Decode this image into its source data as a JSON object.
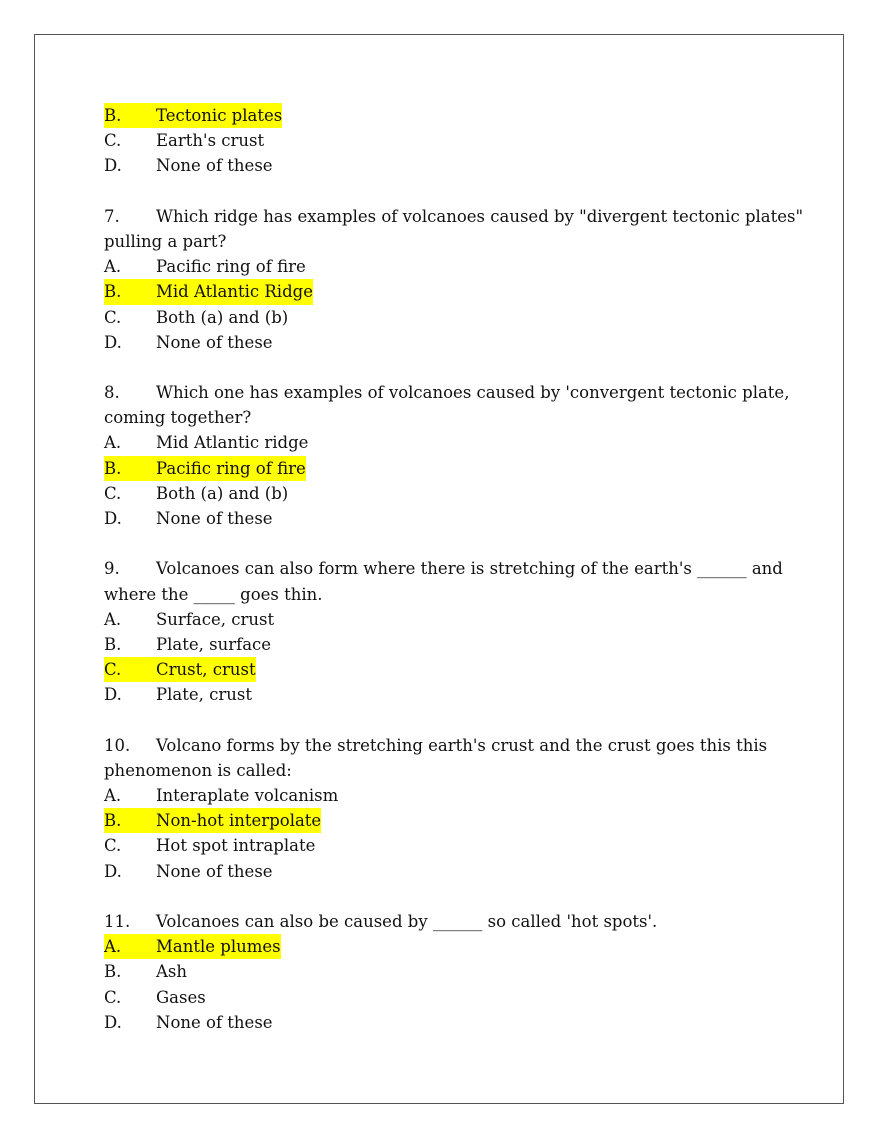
{
  "highlight_color": "#ffff00",
  "blocks": [
    {
      "options": [
        {
          "letter": "B.",
          "text": "Tectonic plates",
          "highlighted": true
        },
        {
          "letter": "C.",
          "text": "Earth's crust",
          "highlighted": false
        },
        {
          "letter": "D.",
          "text": "None of these",
          "highlighted": false
        }
      ]
    },
    {
      "number": "7.",
      "question_line1": "Which ridge has examples of volcanoes caused by \"divergent tectonic plates\"",
      "question_line2": "pulling a part?",
      "options": [
        {
          "letter": "A.",
          "text": "Pacific ring of fire",
          "highlighted": false
        },
        {
          "letter": "B.",
          "text": "Mid Atlantic Ridge",
          "highlighted": true
        },
        {
          "letter": "C.",
          "text": "Both (a) and (b)",
          "highlighted": false
        },
        {
          "letter": "D.",
          "text": "None of these",
          "highlighted": false
        }
      ]
    },
    {
      "number": "8.",
      "question_line1": "Which one has examples of volcanoes caused by 'convergent tectonic plate,",
      "question_line2": "coming together?",
      "options": [
        {
          "letter": "A.",
          "text": "Mid Atlantic ridge",
          "highlighted": false
        },
        {
          "letter": "B.",
          "text": "Pacific ring of fire",
          "highlighted": true
        },
        {
          "letter": "C.",
          "text": "Both (a) and (b)",
          "highlighted": false
        },
        {
          "letter": "D.",
          "text": "None of these",
          "highlighted": false
        }
      ]
    },
    {
      "number": "9.",
      "question_line1": "Volcanoes can also form where there is stretching of the earth's ______ and",
      "question_line2": "where the _____ goes thin.",
      "options": [
        {
          "letter": "A.",
          "text": "Surface, crust",
          "highlighted": false
        },
        {
          "letter": "B.",
          "text": "Plate, surface",
          "highlighted": false
        },
        {
          "letter": "C.",
          "text": "Crust, crust",
          "highlighted": true
        },
        {
          "letter": "D.",
          "text": "Plate, crust",
          "highlighted": false
        }
      ]
    },
    {
      "number": "10.",
      "question_line1": "Volcano forms by the stretching earth's crust and the crust goes this this",
      "question_line2": "phenomenon is called:",
      "options": [
        {
          "letter": "A.",
          "text": "Interaplate volcanism",
          "highlighted": false
        },
        {
          "letter": "B.",
          "text": "Non-hot interpolate",
          "highlighted": true
        },
        {
          "letter": "C.",
          "text": "Hot spot intraplate",
          "highlighted": false
        },
        {
          "letter": "D.",
          "text": "None of these",
          "highlighted": false
        }
      ]
    },
    {
      "number": "11.",
      "question_line1": "Volcanoes can also be caused by ______ so called 'hot spots'.",
      "options": [
        {
          "letter": "A.",
          "text": "Mantle plumes",
          "highlighted": true
        },
        {
          "letter": "B.",
          "text": "Ash",
          "highlighted": false
        },
        {
          "letter": "C.",
          "text": "Gases",
          "highlighted": false
        },
        {
          "letter": "D.",
          "text": "None of these",
          "highlighted": false
        }
      ]
    }
  ]
}
